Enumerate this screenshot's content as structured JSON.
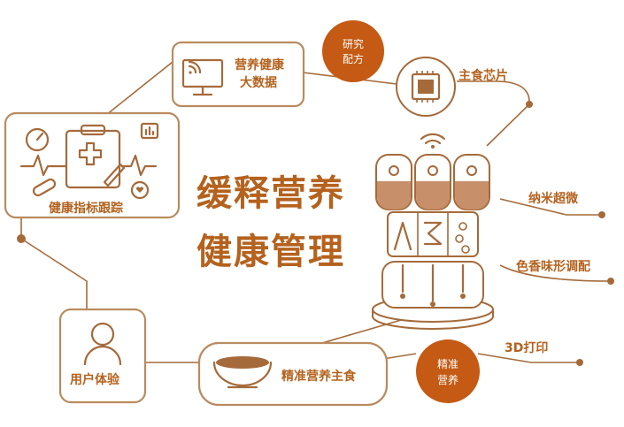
{
  "title": {
    "line1": "缓释营养",
    "line2": "健康管理"
  },
  "nodes": {
    "nutrition_big_data": {
      "line1": "营养健康",
      "line2": "大数据"
    },
    "health_tracking": "健康指标跟踪",
    "user_experience": "用户体验",
    "precision_staple": "精准营养主食",
    "research_formula": {
      "line1": "研究",
      "line2": "配方"
    },
    "staple_chip": "主食芯片",
    "nano_micro": "纳米超微",
    "color_taste": "色香味形调配",
    "print_3d": "3D打印",
    "precision_nutrition": {
      "line1": "精准",
      "line2": "营养"
    }
  },
  "colors": {
    "accent": "#c45a13",
    "text_accent": "#b4621e",
    "line": "#a56a3a",
    "box_border": "#b98b5f"
  },
  "icons": [
    "monitor-wifi-icon",
    "chip-icon",
    "clipboard-medical-icon",
    "user-icon",
    "bowl-icon",
    "wifi-icon",
    "food-printer-machine-icon"
  ]
}
